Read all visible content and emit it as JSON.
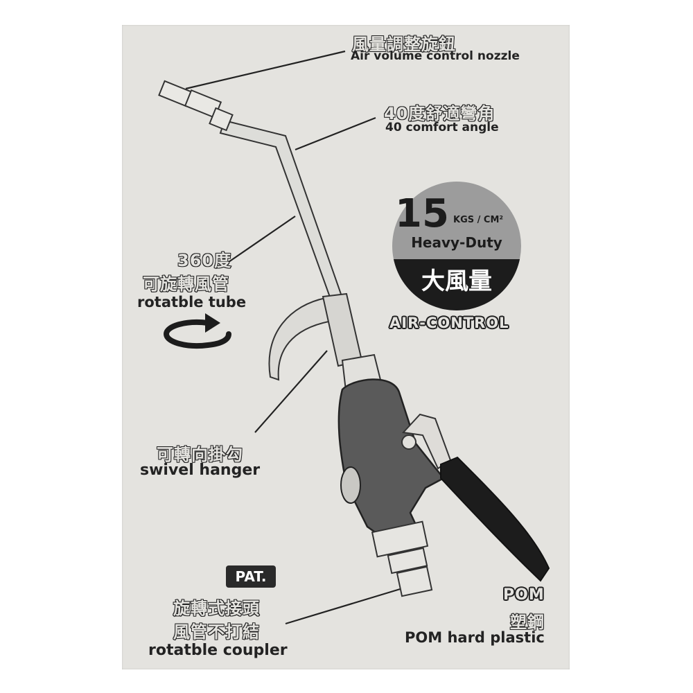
{
  "labels": {
    "nozzle_cn": "風量調整旋鈕",
    "nozzle_en": "Air volume control nozzle",
    "angle_cn": "40度舒適彎角",
    "angle_en": "40 comfort angle",
    "tube_cn1": "360度",
    "tube_cn2": "可旋轉風管",
    "tube_en": "rotatble tube",
    "hanger_cn": "可轉向掛勾",
    "hanger_en": "swivel hanger",
    "pat": "PAT.",
    "coupler_cn1": "旋轉式接頭",
    "coupler_cn2": "風管不打結",
    "coupler_en": "rotatble coupler",
    "pom_line1": "POM",
    "pom_line2": "塑鋼",
    "pom_en": "POM hard plastic",
    "air_control": "AIR-CONTROL"
  },
  "badge": {
    "value": "15",
    "unit": "KGS / CM²",
    "heavy": "Heavy-Duty",
    "big": "大風量"
  },
  "colors": {
    "card": "#e4e3df",
    "ink": "#222222",
    "grip": "#5a5a5a",
    "lever": "#1c1c1c",
    "metal": "#d9d8d4"
  }
}
